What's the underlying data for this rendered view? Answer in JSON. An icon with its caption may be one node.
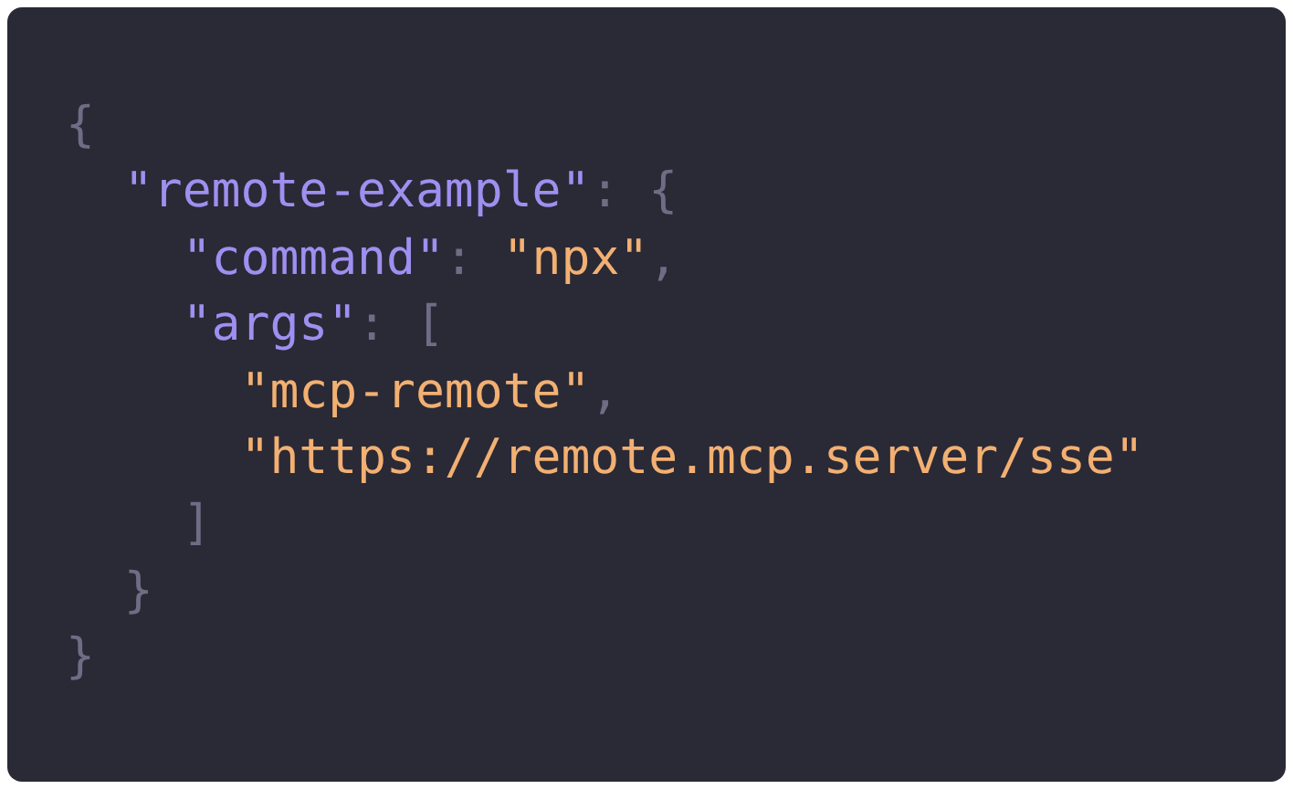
{
  "diagram": {
    "labels": [
      "{",
      "  \"remote-example\": {",
      "    \"command\": \"npx\",",
      "    \"args\": [",
      "      \"mcp-remote\",",
      "      \"https://remote.mcp.server/sse\"",
      "    ]",
      "  }",
      "}"
    ]
  }
}
